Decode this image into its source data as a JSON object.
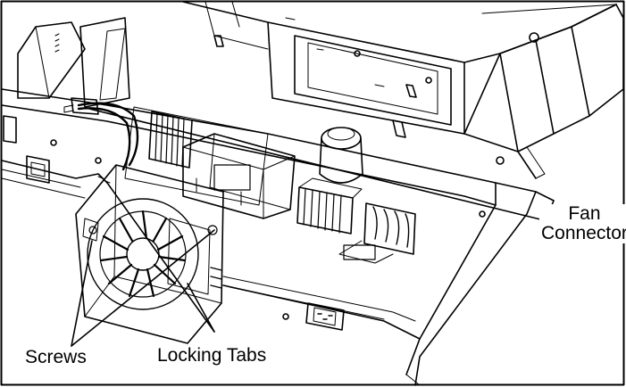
{
  "labels": {
    "fan_line1": "Fan",
    "fan_line2": "Connector",
    "screws": "Screws",
    "locking_tabs": "Locking Tabs"
  },
  "colors": {
    "line": "#000000",
    "background": "#ffffff"
  }
}
